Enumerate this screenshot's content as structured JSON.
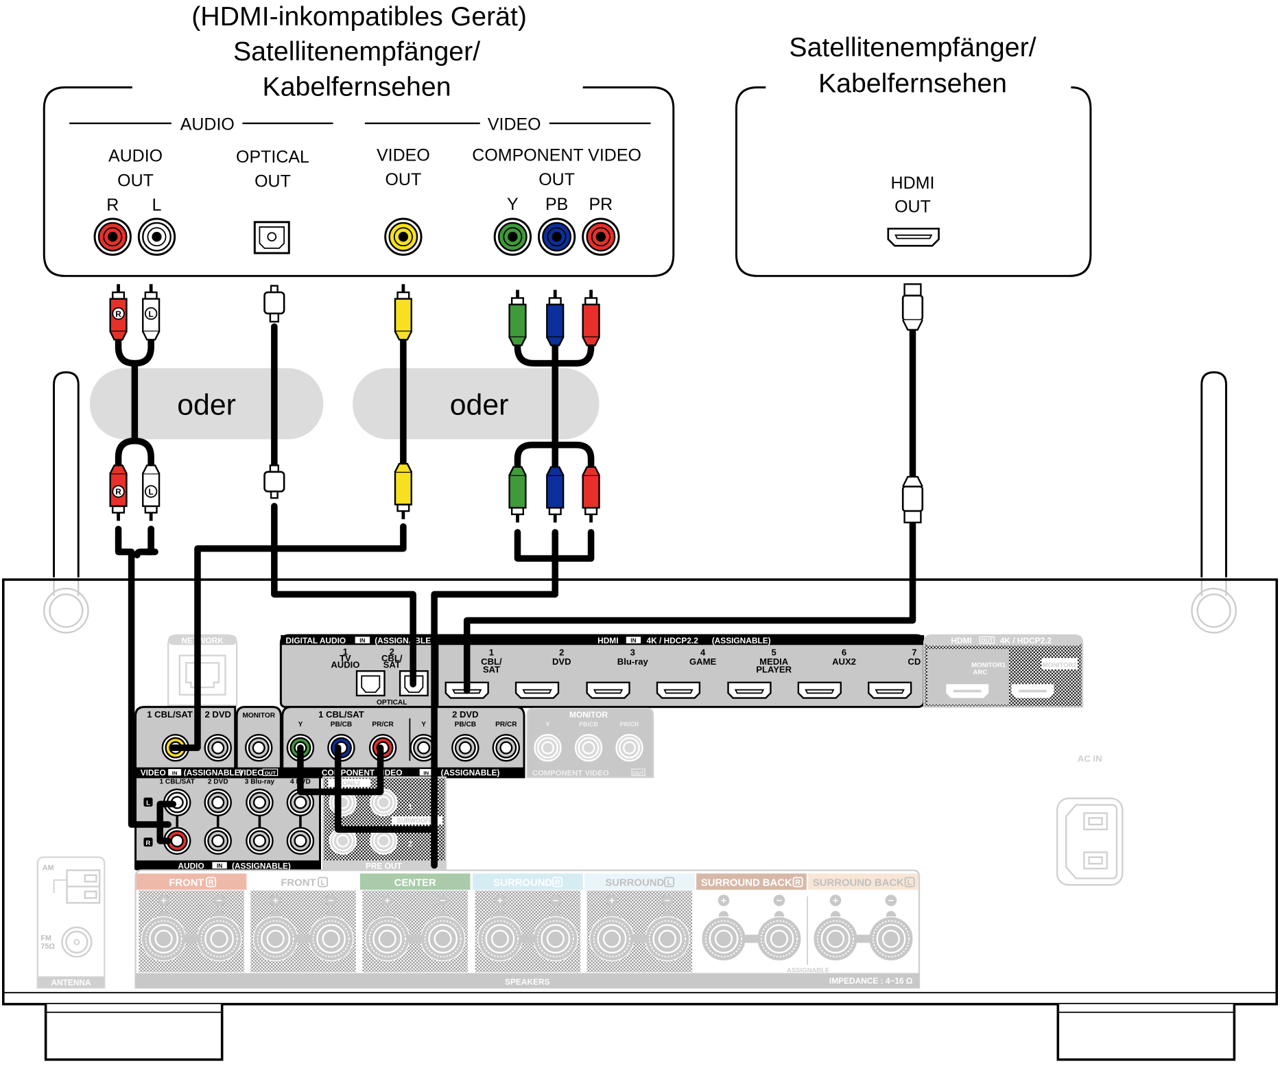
{
  "devices": {
    "left": {
      "title_lines": [
        "(HDMI-inkompatibles Gerät)",
        "Satellitenempfänger/",
        "Kabelfernsehen"
      ],
      "group_audio": "AUDIO",
      "group_video": "VIDEO",
      "audio_out": [
        "AUDIO",
        "OUT"
      ],
      "audio_channels": [
        "R",
        "L"
      ],
      "optical_out": [
        "OPTICAL",
        "OUT"
      ],
      "video_out": [
        "VIDEO",
        "OUT"
      ],
      "component_out": [
        "COMPONENT VIDEO",
        "OUT"
      ],
      "component_channels": [
        "Y",
        "PB",
        "PR"
      ]
    },
    "right": {
      "title_lines": [
        "Satellitenempfänger/",
        "Kabelfernsehen"
      ],
      "hdmi_out": [
        "HDMI",
        "OUT"
      ]
    }
  },
  "alternatives": {
    "label": "oder"
  },
  "plug_labels": {
    "right": "R",
    "left": "L"
  },
  "colors": {
    "red": "#e8302a",
    "white": "#ffffff",
    "yellow": "#f6e020",
    "green": "#3f9a3a",
    "blue": "#0b2f9b",
    "panel_grey": "#c8c8c8",
    "faded_grey": "#d9d9d9",
    "oder_bg": "#dcdcdc"
  },
  "receiver": {
    "network": "NETWORK",
    "digital_audio": {
      "header": "DIGITAL AUDIO",
      "badge": "IN",
      "note": "(ASSIGNABLE)",
      "footer": "OPTICAL",
      "ports": [
        {
          "num": "1",
          "lines": [
            "TV",
            "AUDIO"
          ]
        },
        {
          "num": "2",
          "lines": [
            "CBL/",
            "SAT"
          ]
        }
      ]
    },
    "hdmi_in": {
      "header": "HDMI",
      "badge": "IN",
      "spec": "4K / HDCP2.2",
      "note": "(ASSIGNABLE)",
      "ports": [
        {
          "num": "1",
          "lines": [
            "CBL/",
            "SAT"
          ]
        },
        {
          "num": "2",
          "lines": [
            "DVD"
          ]
        },
        {
          "num": "3",
          "lines": [
            "Blu-ray"
          ]
        },
        {
          "num": "4",
          "lines": [
            "GAME"
          ]
        },
        {
          "num": "5",
          "lines": [
            "MEDIA",
            "PLAYER"
          ]
        },
        {
          "num": "6",
          "lines": [
            "AUX2"
          ]
        },
        {
          "num": "7",
          "lines": [
            "CD"
          ]
        }
      ]
    },
    "hdmi_out": {
      "header": "HDMI",
      "badge": "OUT",
      "spec": "4K / HDCP2.2",
      "ports": [
        {
          "lines": [
            "MONITOR1",
            "ARC"
          ]
        },
        {
          "lines": [
            "MONITOR2"
          ]
        }
      ]
    },
    "video_in": {
      "header": "VIDEO",
      "badge": "IN",
      "note": "(ASSIGNABLE)",
      "ports": [
        "1 CBL/SAT",
        "2 DVD"
      ]
    },
    "video_out": {
      "header": "VIDEO",
      "badge": "OUT",
      "ports": [
        "MONITOR"
      ]
    },
    "component_in": {
      "header": "COMPONENT VIDEO",
      "badge": "IN",
      "note": "(ASSIGNABLE)",
      "groups": [
        {
          "name": "1 CBL/SAT",
          "channels": [
            "Y",
            "PB/CB",
            "PR/CR"
          ]
        },
        {
          "name": "2 DVD",
          "channels": [
            "Y",
            "PB/CB",
            "PR/CR"
          ]
        }
      ]
    },
    "component_out": {
      "header": "COMPONENT VIDEO",
      "badge": "OUT",
      "group": "MONITOR",
      "channels": [
        "Y",
        "PB/CB",
        "PR/CR"
      ]
    },
    "audio_in": {
      "header": "AUDIO",
      "badge": "IN",
      "note": "(ASSIGNABLE)",
      "ports": [
        "1 CBL/SAT",
        "2 DVD",
        "3 Blu-ray",
        "4 DVD"
      ],
      "row_labels": [
        "L",
        "R"
      ]
    },
    "pre_out": {
      "header": "PRE OUT",
      "zone": "ZONE2",
      "subwoofer": "SUBWOOFER",
      "sub_nums": [
        "1",
        "2"
      ]
    },
    "antenna": {
      "header": "ANTENNA",
      "am": "AM",
      "fm": [
        "FM",
        "75Ω"
      ]
    },
    "ac_in": "AC IN",
    "speakers": {
      "header": "SPEAKERS",
      "impedance": "IMPEDANCE : 4~16 Ω",
      "assignable": "ASSIGNABLE",
      "channels": [
        {
          "name": "FRONT",
          "side": "R",
          "color": "#efb9aa"
        },
        {
          "name": "FRONT",
          "side": "L",
          "color": "#ffffff"
        },
        {
          "name": "CENTER",
          "side": "",
          "color": "#a9cba9"
        },
        {
          "name": "SURROUND",
          "side": "R",
          "color": "#d6ecf3"
        },
        {
          "name": "SURROUND",
          "side": "L",
          "color": "#eaf5fa"
        },
        {
          "name": "SURROUND BACK",
          "side": "R",
          "color": "#d7b8a8"
        },
        {
          "name": "SURROUND BACK",
          "side": "L",
          "color": "#f7e6d6"
        }
      ]
    }
  }
}
